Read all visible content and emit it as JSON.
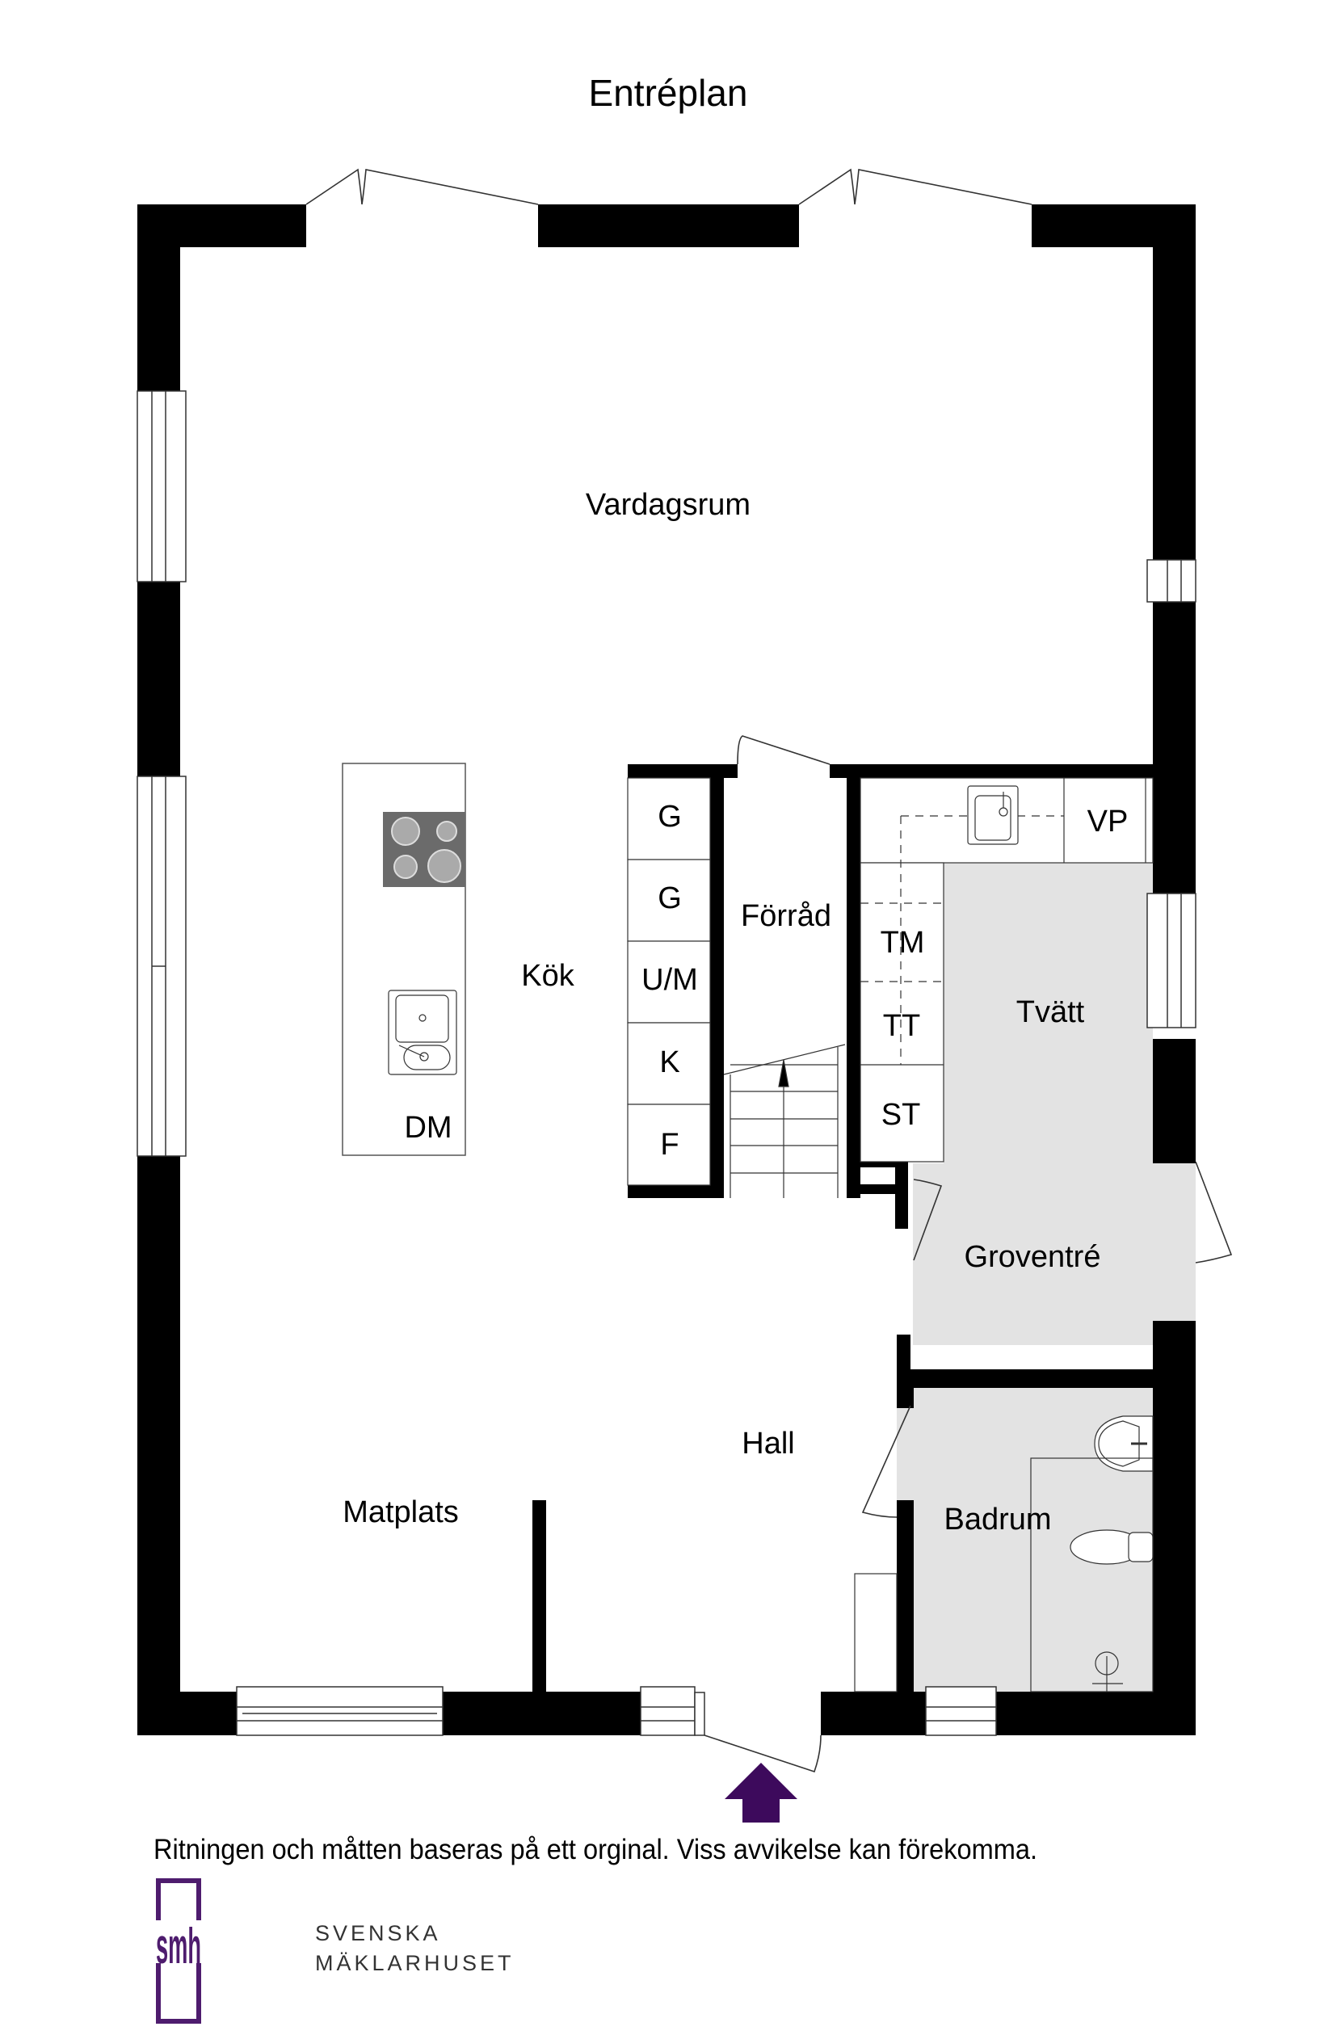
{
  "title": "Entréplan",
  "rooms": {
    "vardagsrum": "Vardagsrum",
    "kok": "Kök",
    "forrad": "Förråd",
    "tvatt": "Tvätt",
    "groventre": "Groventré",
    "badrum": "Badrum",
    "hall": "Hall",
    "matplats": "Matplats"
  },
  "fixtures": {
    "island_label": "DM",
    "cabinets": [
      "G",
      "G",
      "U/M",
      "K",
      "F"
    ],
    "laundry": [
      "VP",
      "TM",
      "TT",
      "ST"
    ]
  },
  "entrance_arrow_color": "#3d0a5c",
  "disclaimer": "Ritningen och måtten baseras på ett orginal. Viss avvikelse kan förekomma.",
  "brand": {
    "logo_letters": "smh",
    "line1": "SVENSKA",
    "line2": "MÄKLARHUSET",
    "color": "#4e1c6e"
  }
}
